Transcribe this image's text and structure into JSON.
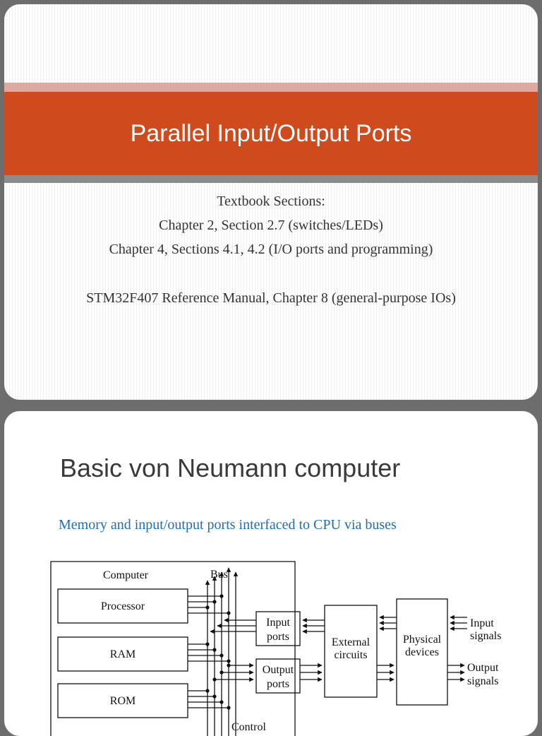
{
  "slide1": {
    "title": "Parallel Input/Output Ports",
    "lines": [
      "Textbook Sections:",
      "Chapter 2, Section 2.7 (switches/LEDs)",
      "Chapter 4, Sections 4.1, 4.2  (I/O ports and programming)",
      "STM32F407 Reference Manual, Chapter 8 (general-purpose IOs)"
    ]
  },
  "slide2": {
    "title": "Basic von Neumann computer",
    "subtitle": "Memory and input/output ports interfaced to CPU via buses",
    "diagram": {
      "computer": "Computer",
      "bus": "Bus",
      "processor": "Processor",
      "ram": "RAM",
      "rom": "ROM",
      "input_ports": [
        "Input",
        "ports"
      ],
      "output_ports": [
        "Output",
        "ports"
      ],
      "external_circuits": [
        "External",
        "circuits"
      ],
      "physical_devices": [
        "Physical",
        "devices"
      ],
      "input_signals": [
        "Input",
        "signals"
      ],
      "output_signals": [
        "Output",
        "signals"
      ],
      "control": "Control"
    }
  }
}
